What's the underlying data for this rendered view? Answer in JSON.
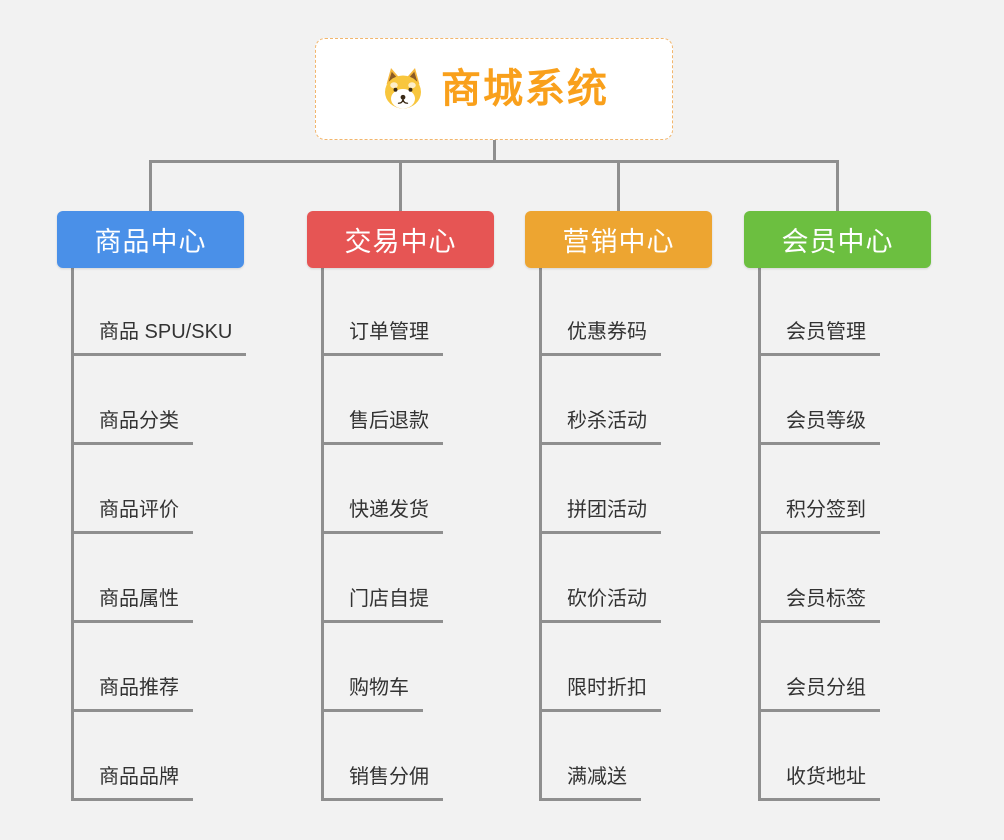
{
  "root": {
    "title": "商城系统",
    "icon": "shiba-dog-icon"
  },
  "line_color": "#8f8f8f",
  "branches": [
    {
      "label": "商品中心",
      "color": "#4a90e8",
      "children": [
        "商品 SPU/SKU",
        "商品分类",
        "商品评价",
        "商品属性",
        "商品推荐",
        "商品品牌"
      ]
    },
    {
      "label": "交易中心",
      "color": "#e65554",
      "children": [
        "订单管理",
        "售后退款",
        "快递发货",
        "门店自提",
        "购物车",
        "销售分佣"
      ]
    },
    {
      "label": "营销中心",
      "color": "#eda531",
      "children": [
        "优惠券码",
        "秒杀活动",
        "拼团活动",
        "砍价活动",
        "限时折扣",
        "满减送"
      ]
    },
    {
      "label": "会员中心",
      "color": "#6cbf40",
      "children": [
        "会员管理",
        "会员等级",
        "积分签到",
        "会员标签",
        "会员分组",
        "收货地址"
      ]
    }
  ]
}
